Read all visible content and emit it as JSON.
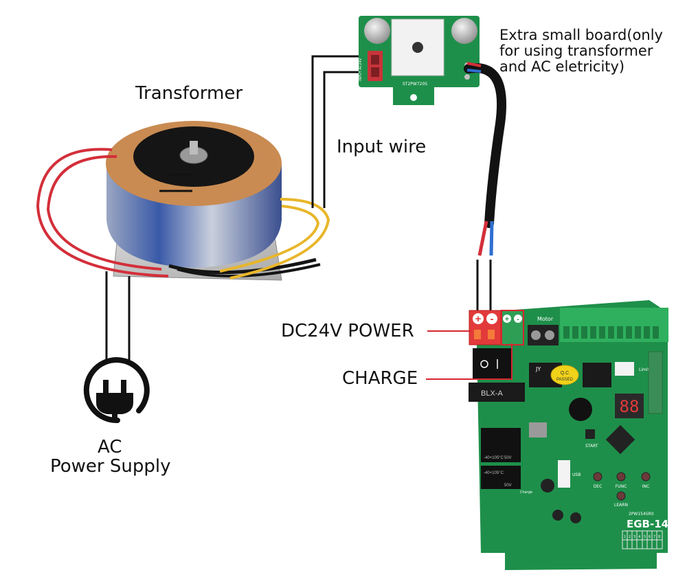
{
  "labels": {
    "transformer": "Transformer",
    "input_wire": "Input wire",
    "extra_board": [
      "Extra small board(only",
      "for using transformer",
      "and AC eletricity)"
    ],
    "dc24v": "DC24V POWER",
    "charge": "CHARGE",
    "ac": [
      "AC",
      "Power Supply"
    ]
  },
  "terminals": {
    "plus": "+",
    "minus": "-"
  },
  "small_board": {
    "part_code": "ST2PW720S",
    "side_text": "INPUT AC24V"
  },
  "main_board": {
    "motor_label": "Motor",
    "connector_label": "BLX-A",
    "qc_text": [
      "Q.C",
      "PASSED"
    ],
    "model": "EGB-14",
    "board_code": "2PW1545R0",
    "display": "88",
    "usb_label": "USB",
    "start_label": "START",
    "buttons": [
      "DEC",
      "FUNC",
      "INC",
      "LEARN"
    ],
    "relay_brand": "JY",
    "limit_label": "Limit",
    "charge_label": "Charge",
    "cap_text": "-40+105°C",
    "cap_voltage": "50V",
    "grid_numbers": [
      "1",
      "2",
      "3",
      "4",
      "5",
      "6",
      "7",
      "8"
    ]
  },
  "colors": {
    "pcb": "#1e8f4a",
    "red_wire": "#d32f3a",
    "yellow_wire": "#e8b62a",
    "callout_line": "#d6262e",
    "terminal_red": "#e23a3a",
    "terminal_green": "#2f9e55",
    "terminal_orange": "#f47a3a",
    "coil_blue": "#3a5aa8"
  },
  "icons": [
    "plug-icon",
    "transformer-image",
    "small-board-image",
    "main-board-image"
  ]
}
